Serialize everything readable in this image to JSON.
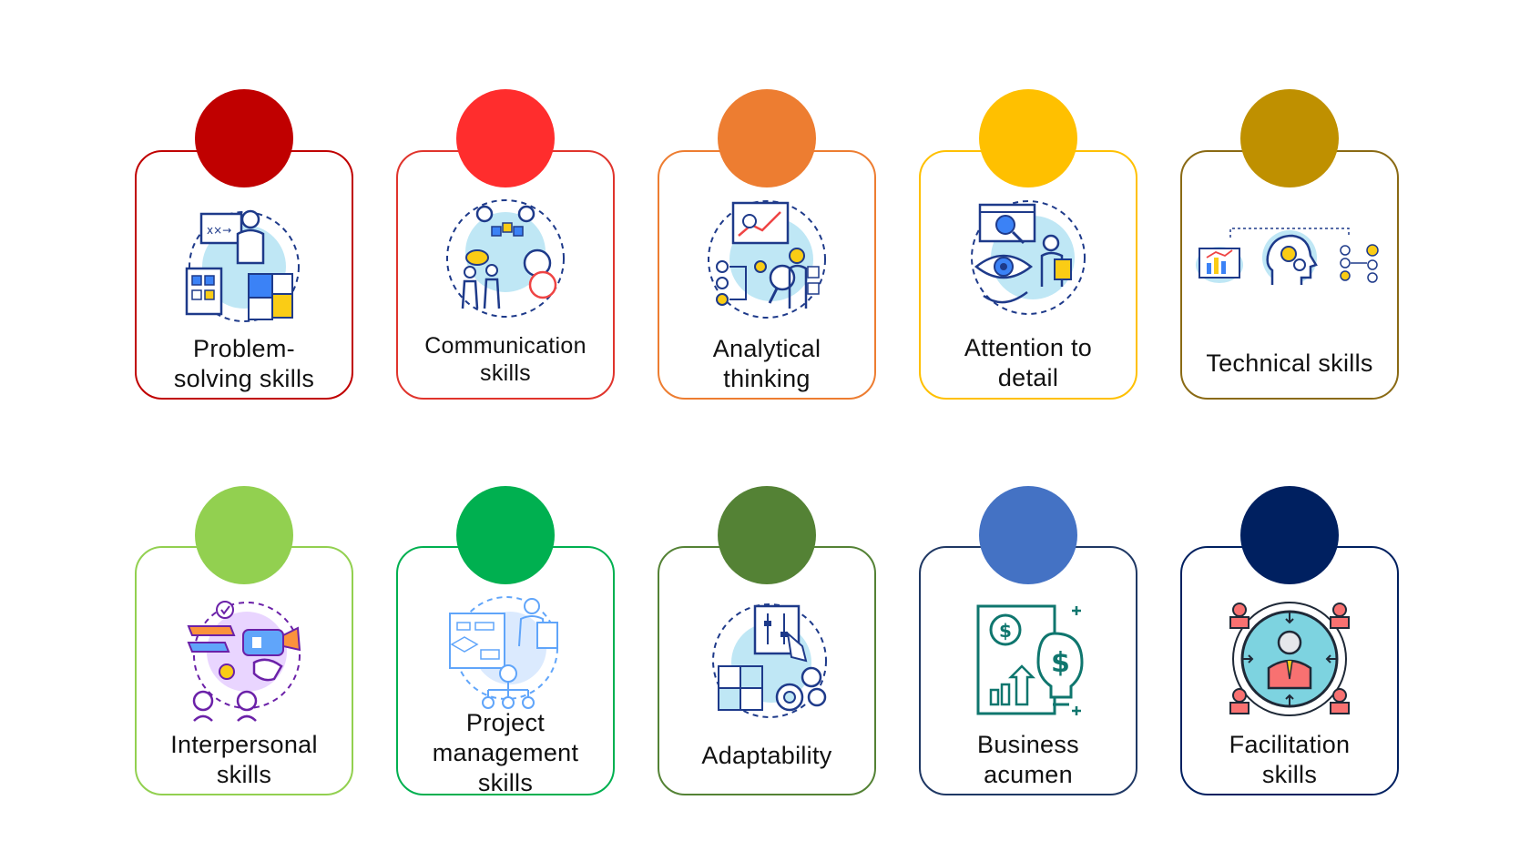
{
  "cards": [
    {
      "label": "Problem-solving skills",
      "line1": "Problem-",
      "line2": "solving skills",
      "color": "#c00000",
      "border": "#c00000",
      "icon": "problem-solving-icon"
    },
    {
      "label": "Communication skills",
      "line1": "Communication",
      "line2": "skills",
      "color": "#ff2d2d",
      "border": "#e0342c",
      "icon": "communication-icon"
    },
    {
      "label": "Analytical thinking",
      "line1": "Analytical",
      "line2": "thinking",
      "color": "#ed7d31",
      "border": "#ed7d31",
      "icon": "analytical-icon"
    },
    {
      "label": "Attention to detail",
      "line1": "Attention to",
      "line2": "detail",
      "color": "#ffc000",
      "border": "#ffc000",
      "icon": "attention-icon"
    },
    {
      "label": "Technical skills",
      "line1": "Technical skills",
      "line2": "",
      "color": "#bf9000",
      "border": "#8a6a14",
      "icon": "technical-icon"
    },
    {
      "label": "Interpersonal skills",
      "line1": "Interpersonal",
      "line2": "skills",
      "color": "#92d050",
      "border": "#92d050",
      "icon": "interpersonal-icon"
    },
    {
      "label": "Project management skills",
      "line1": "Project",
      "line2": "management",
      "line3": "skills",
      "color": "#00b050",
      "border": "#00b050",
      "icon": "project-management-icon"
    },
    {
      "label": "Adaptability",
      "line1": "Adaptability",
      "line2": "",
      "color": "#548235",
      "border": "#548235",
      "icon": "adaptability-icon"
    },
    {
      "label": "Business acumen",
      "line1": "Business",
      "line2": "acumen",
      "color": "#4472c4",
      "border": "#1f3864",
      "icon": "business-acumen-icon"
    },
    {
      "label": "Facilitation skills",
      "line1": "Facilitation",
      "line2": "skills",
      "color": "#002060",
      "border": "#002060",
      "icon": "facilitation-icon"
    }
  ]
}
